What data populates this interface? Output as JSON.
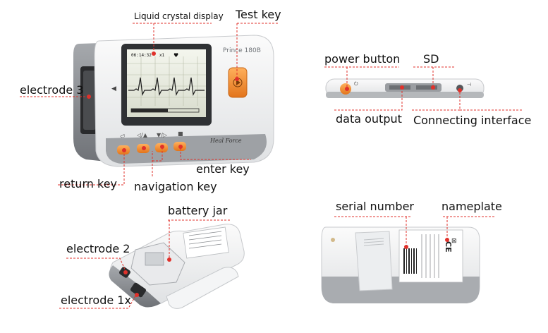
{
  "labels": {
    "lcd": "Liquid crystal display",
    "test_key": "Test key",
    "electrode3": "electrode 3",
    "return_key": "return key",
    "navigation_key": "navigation key",
    "enter_key": "enter key",
    "power_button": "power button",
    "sd": "SD",
    "data_output": "data output",
    "connecting_interface": "Connecting interface",
    "battery_jar": "battery jar",
    "electrode2": "electrode 2",
    "electrode1x": "electrode 1x",
    "serial_number": "serial number",
    "nameplate": "nameplate"
  },
  "device": {
    "model": "Prince 180B",
    "screen_time": "06:14:32",
    "screen_channel": "x1",
    "brand": "Heal Force"
  },
  "colors": {
    "leader": "#e0312b",
    "dot": "#e0312b",
    "key_orange": "#f08a2c",
    "body_white": "#f2f3f4",
    "body_gray": "#8a8d91"
  }
}
